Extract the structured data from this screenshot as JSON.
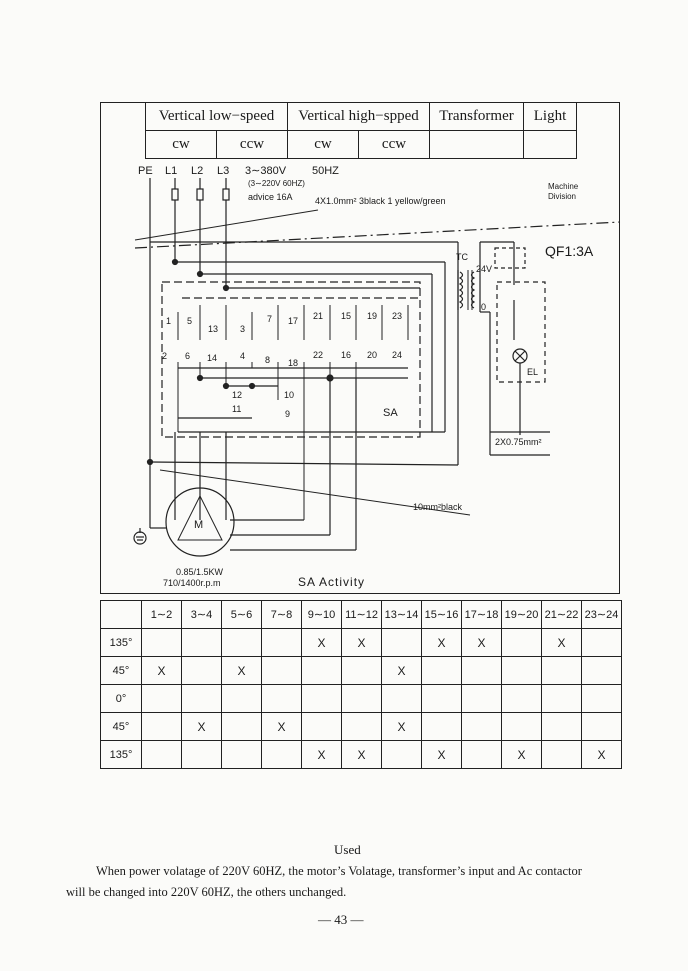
{
  "header": {
    "row1": [
      "Vertical low−speed",
      "Vertical high−spped",
      "Transformer",
      "Light"
    ],
    "row2": [
      "cw",
      "ccw",
      "cw",
      "ccw"
    ]
  },
  "diagram": {
    "pe": "PE",
    "l1": "L1",
    "l2": "L2",
    "l3": "L3",
    "voltage": "3∼380V",
    "freq": "50HZ",
    "alt_voltage": "(3∼220V 60HZ)",
    "advice": "advice 16A",
    "cable": "4X1.0mm²  3black 1 yellow/green",
    "machine": "Machine",
    "division": "Division",
    "qf": "QF1:3A",
    "tc": "TC",
    "v24": "24V",
    "zero": "0",
    "el": "EL",
    "cable2": "2X0.75mm²",
    "cable3": "10mm²black",
    "sa": "SA",
    "motor": "M",
    "power": "0.85/1.5KW",
    "rpm": "710/1400r.p.m",
    "terminals_top": [
      "1",
      "5",
      "13",
      "3",
      "7",
      "17",
      "21",
      "15",
      "19",
      "23"
    ],
    "terminals_bot": [
      "2",
      "6",
      "14",
      "4",
      "8",
      "18",
      "22",
      "16",
      "20",
      "24"
    ],
    "t12": "12",
    "t11": "11",
    "t10": "10",
    "t9": "9"
  },
  "activity": {
    "title": "SA  Activity",
    "columns": [
      "1∼2",
      "3∼4",
      "5∼6",
      "7∼8",
      "9∼10",
      "11∼12",
      "13∼14",
      "15∼16",
      "17∼18",
      "19∼20",
      "21∼22",
      "23∼24"
    ],
    "rows": [
      {
        "label": "135°",
        "cells": [
          "",
          "",
          "",
          "",
          "X",
          "X",
          "",
          "X",
          "X",
          "",
          "X",
          ""
        ]
      },
      {
        "label": "45°",
        "cells": [
          "X",
          "",
          "X",
          "",
          "",
          "",
          "X",
          "",
          "",
          "",
          "",
          ""
        ]
      },
      {
        "label": "0°",
        "cells": [
          "",
          "",
          "",
          "",
          "",
          "",
          "",
          "",
          "",
          "",
          "",
          ""
        ]
      },
      {
        "label": "45°",
        "cells": [
          "",
          "X",
          "",
          "X",
          "",
          "",
          "X",
          "",
          "",
          "",
          "",
          ""
        ]
      },
      {
        "label": "135°",
        "cells": [
          "",
          "",
          "",
          "",
          "X",
          "X",
          "",
          "X",
          "",
          "X",
          "",
          "X"
        ]
      }
    ]
  },
  "footer": {
    "heading": "Used",
    "line1": "When power volatage of 220V 60HZ, the motor’s Volatage, transformer’s input and Ac contactor",
    "line2": "will be changed into 220V 60HZ, the others unchanged.",
    "page": "— 43 —"
  }
}
